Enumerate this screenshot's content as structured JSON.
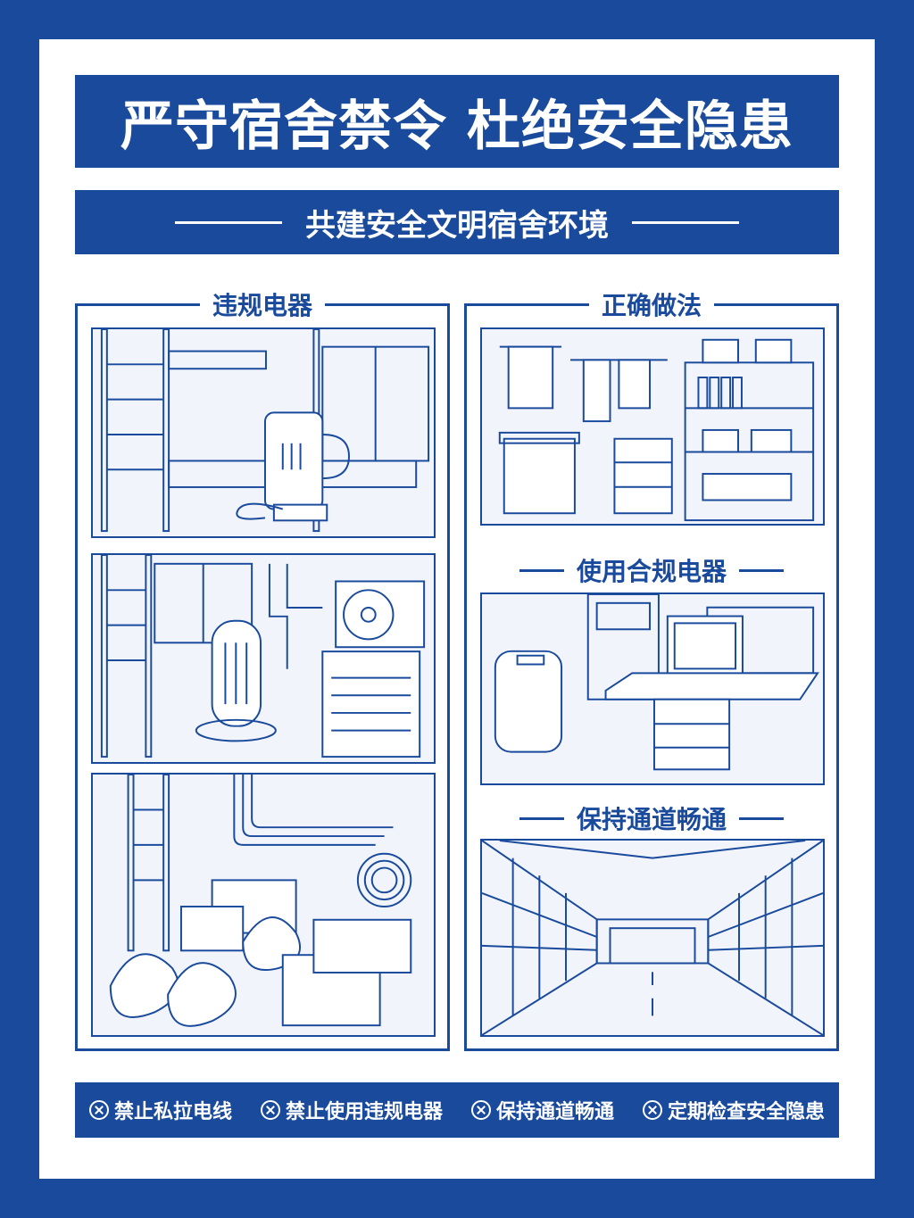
{
  "title": "严守宿舍禁令 杜绝安全隐患",
  "subtitle": "共建安全文明宿舍环境",
  "left_panel": {
    "label": "违规电器",
    "illustrations": [
      "dorm-kettle-scene",
      "heater-ac-scene",
      "clutter-wires-scene"
    ]
  },
  "right_panel": {
    "label": "正确做法",
    "sections": [
      {
        "label": "",
        "illustration": "tidy-storage-scene"
      },
      {
        "label": "使用合规电器",
        "illustration": "office-desk-scene"
      },
      {
        "label": "保持通道畅通",
        "illustration": "clear-corridor-scene"
      }
    ]
  },
  "footer": {
    "items": [
      {
        "icon": "prohibit-circle-x-icon",
        "label": "禁止私拉电线"
      },
      {
        "icon": "prohibit-circle-x-icon",
        "label": "禁止使用违规电器"
      },
      {
        "icon": "prohibit-circle-x-icon",
        "label": "保持通道畅通"
      },
      {
        "icon": "prohibit-circle-x-icon",
        "label": "定期检查安全隐患"
      }
    ]
  },
  "colors": {
    "primary": "#1a4a9c",
    "background": "#ffffff",
    "illustration_bg": "#f1f4fb"
  }
}
